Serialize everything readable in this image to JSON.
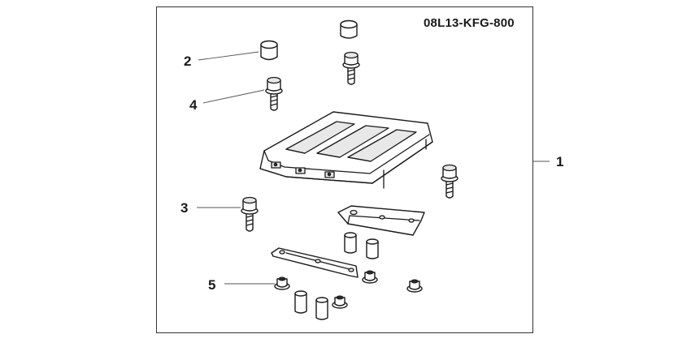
{
  "diagram": {
    "part_number": "08L13-KFG-800",
    "callouts": [
      {
        "id": "1",
        "text": "1"
      },
      {
        "id": "2",
        "text": "2"
      },
      {
        "id": "3",
        "text": "3"
      },
      {
        "id": "4",
        "text": "4"
      },
      {
        "id": "5",
        "text": "5"
      }
    ]
  }
}
